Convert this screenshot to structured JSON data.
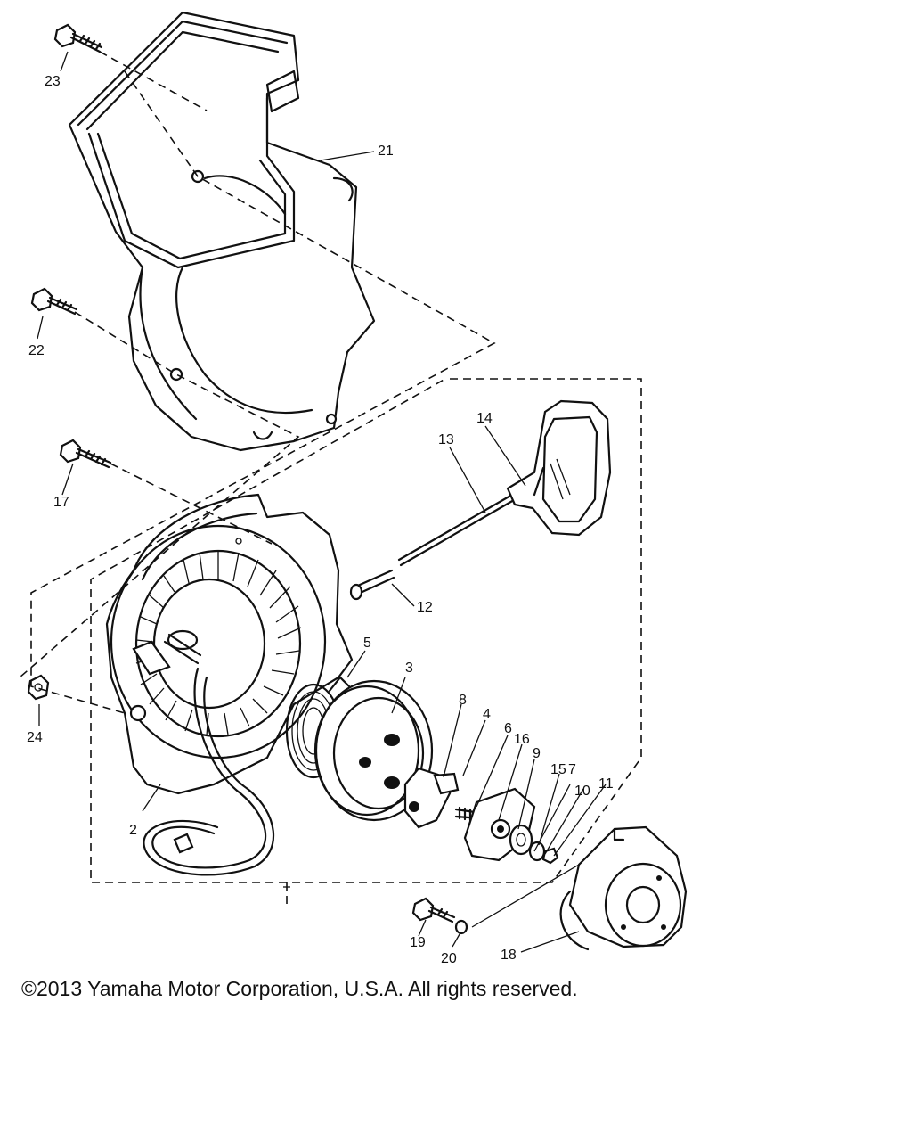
{
  "callouts": {
    "p2": "2",
    "p3": "3",
    "p4": "4",
    "p5": "5",
    "p6": "6",
    "p8": "8",
    "p9": "9",
    "p10": "10",
    "p11": "11",
    "p12": "12",
    "p13": "13",
    "p14": "14",
    "p15": "15",
    "p7": "7",
    "p16": "16",
    "p17": "17",
    "p18": "18",
    "p19": "19",
    "p20": "20",
    "p21": "21",
    "p22": "22",
    "p23": "23",
    "p24": "24"
  },
  "copyright": "©2013 Yamaha Motor Corporation, U.S.A. All rights reserved."
}
